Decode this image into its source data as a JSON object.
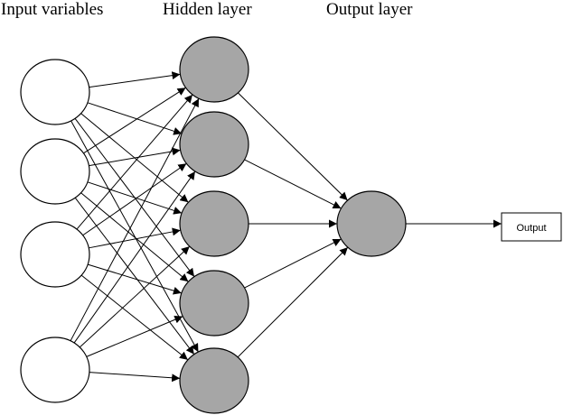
{
  "titles": {
    "input": "Input variables",
    "hidden": "Hidden layer",
    "output": "Output layer"
  },
  "output_box": {
    "label": "Output"
  },
  "layers": {
    "input_count": 4,
    "hidden_count": 5,
    "output_count": 1
  },
  "colors": {
    "input_fill": "#ffffff",
    "hidden_fill": "#a6a6a6",
    "output_fill": "#a6a6a6",
    "stroke": "#000000"
  }
}
